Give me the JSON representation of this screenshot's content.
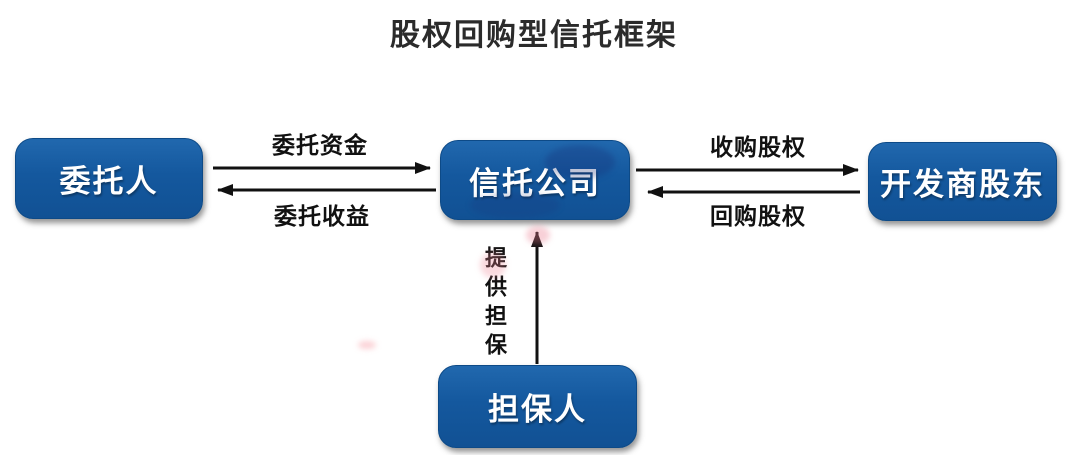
{
  "title": "股权回购型信托框架",
  "nodes": {
    "trustor": {
      "label": "委托人"
    },
    "trust_company": {
      "label": "信托公司"
    },
    "developer_shareholder": {
      "label": "开发商股东"
    },
    "guarantor": {
      "label": "担保人"
    }
  },
  "edges": {
    "entrusted_funds": {
      "label": "委托资金",
      "from": "委托人",
      "to": "信托公司"
    },
    "entrusted_returns": {
      "label": "委托收益",
      "from": "信托公司",
      "to": "委托人"
    },
    "acquire_equity": {
      "label": "收购股权",
      "from": "信托公司",
      "to": "开发商股东"
    },
    "repurchase_equity": {
      "label": "回购股权",
      "from": "开发商股东",
      "to": "信托公司"
    },
    "provide_guarantee": {
      "label": "提供担保",
      "from": "担保人",
      "to": "信托公司"
    }
  },
  "colors": {
    "node_fill": "#14589E",
    "node_text": "#FFFFFF",
    "arrow": "#111111",
    "title_text": "#2B2B2B",
    "background": "#FFFFFF"
  }
}
